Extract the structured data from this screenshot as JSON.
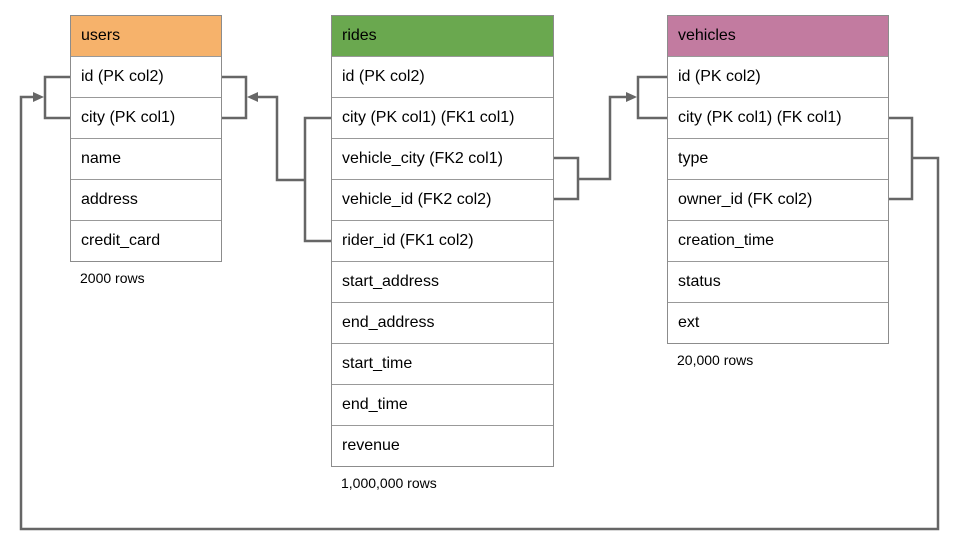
{
  "diagram": {
    "line_color": "#666666",
    "tables": [
      {
        "name": "users",
        "header_color": "#F6B26B",
        "columns": [
          "id (PK col2)",
          "city (PK col1)",
          "name",
          "address",
          "credit_card"
        ],
        "row_count_label": "2000 rows"
      },
      {
        "name": "rides",
        "header_color": "#6AA84F",
        "columns": [
          "id (PK col2)",
          "city (PK col1) (FK1 col1)",
          "vehicle_city (FK2 col1)",
          "vehicle_id (FK2 col2)",
          "rider_id (FK1 col2)",
          "start_address",
          "end_address",
          "start_time",
          "end_time",
          "revenue"
        ],
        "row_count_label": "1,000,000 rows"
      },
      {
        "name": "vehicles",
        "header_color": "#C27BA0",
        "columns": [
          "id (PK col2)",
          "city (PK col1) (FK col1)",
          "type",
          "owner_id (FK col2)",
          "creation_time",
          "status",
          "ext"
        ],
        "row_count_label": "20,000 rows"
      }
    ],
    "relationships": [
      {
        "from_table": "rides",
        "from_columns": "city (FK1 col1), rider_id (FK1 col2)",
        "to_table": "users",
        "to_columns": "id (PK col2), city (PK col1)"
      },
      {
        "from_table": "rides",
        "from_columns": "vehicle_city (FK2 col1), vehicle_id (FK2 col2)",
        "to_table": "vehicles",
        "to_columns": "id (PK col2), city (PK col1)"
      },
      {
        "from_table": "vehicles",
        "from_columns": "city (FK col1), owner_id (FK col2)",
        "to_table": "users",
        "to_columns": "id (PK col2), city (PK col1)"
      }
    ]
  }
}
